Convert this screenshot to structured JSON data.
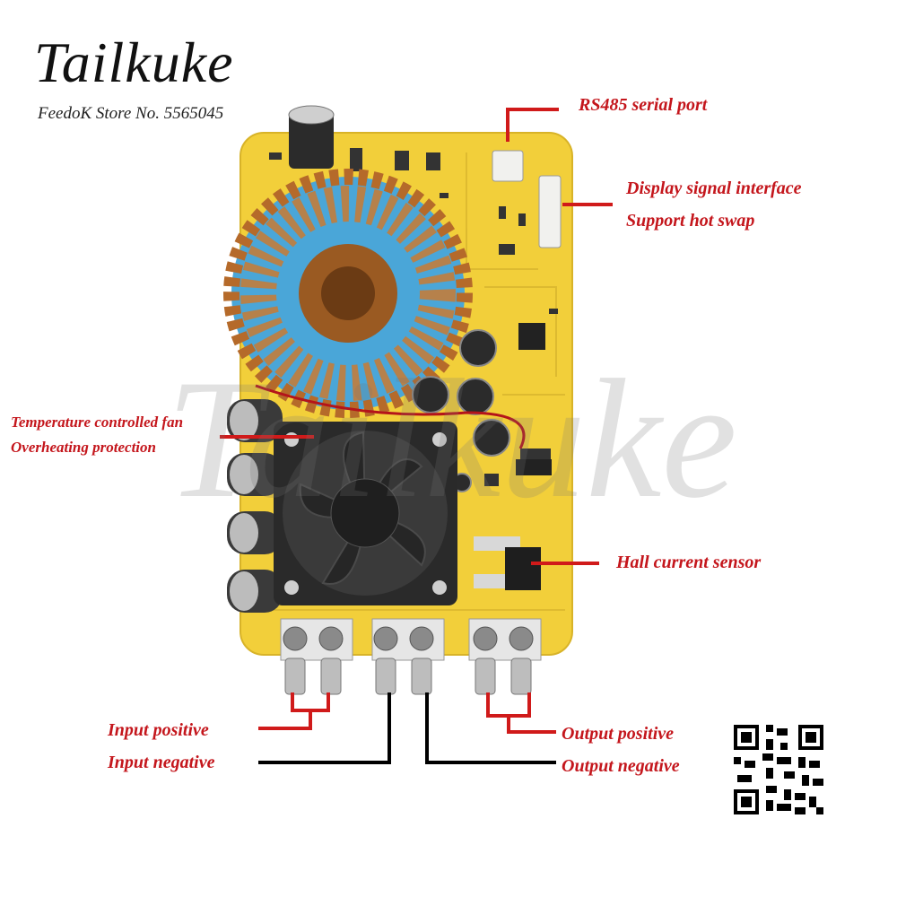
{
  "brand": {
    "logo_text": "Tailkuke",
    "store_line": "FeedoK Store No. 5565045",
    "watermark": "Tailkuke"
  },
  "colors": {
    "label": "#c4161c",
    "board": "#f2cf3a",
    "leader_red": "#d01a1a",
    "leader_black": "#000000"
  },
  "callouts": {
    "rs485": "RS485 serial port",
    "display_line1": "Display signal interface",
    "display_line2": "Support hot swap",
    "fan_line1": "Temperature controlled fan",
    "fan_line2": "Overheating protection",
    "hall": "Hall current sensor",
    "input_positive": "Input positive",
    "input_negative": "Input negative",
    "output_positive": "Output positive",
    "output_negative": "Output negative"
  },
  "images": {
    "board_photo": "dc-dc-converter-board-photo",
    "qr_code": "qr-code"
  }
}
